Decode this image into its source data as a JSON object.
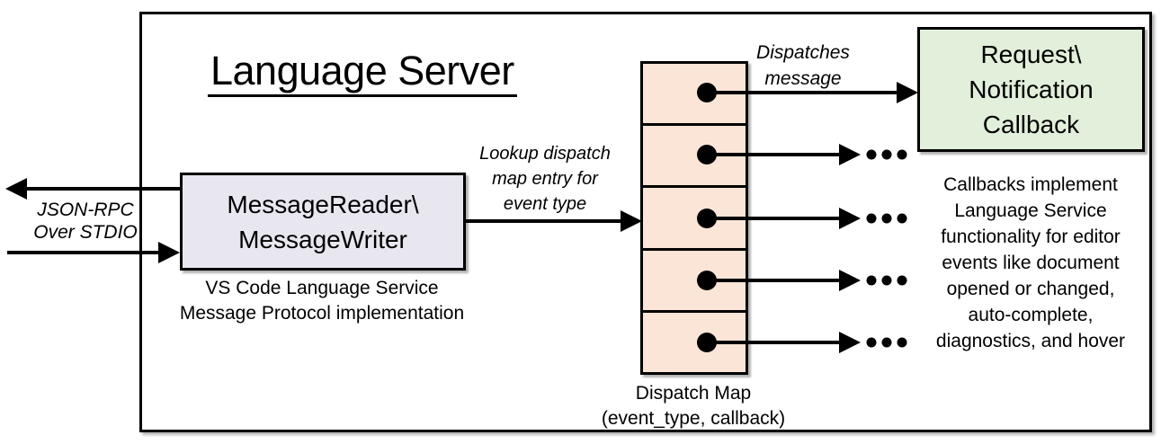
{
  "title": "Language Server",
  "stdio": {
    "label_line1": "JSON-RPC",
    "label_line2": "Over STDIO"
  },
  "reader": {
    "line1": "MessageReader\\",
    "line2": "MessageWriter",
    "caption_line1": "VS Code Language Service",
    "caption_line2": "Message Protocol implementation",
    "fill_color": "#E8E7F0"
  },
  "lookup_label": {
    "line1": "Lookup dispatch",
    "line2": "map entry for",
    "line3": "event type"
  },
  "dispatches_label": {
    "line1": "Dispatches",
    "line2": "message"
  },
  "dispatch_map": {
    "caption_line1": "Dispatch Map",
    "caption_line2": "(event_type, callback)",
    "cell_count": 5,
    "fill_color": "#FBE5D6"
  },
  "callback_box": {
    "line1": "Request\\",
    "line2": "Notification",
    "line3": "Callback",
    "fill_color": "#E2EFDA"
  },
  "callbacks_note": {
    "lines": [
      "Callbacks implement",
      "Language Service",
      "functionality for editor",
      "events like document",
      "opened or changed,",
      "auto-complete,",
      "diagnostics, and hover"
    ]
  },
  "ellipsis": "...",
  "colors": {
    "border": "#000000",
    "background": "#FFFFFF"
  }
}
